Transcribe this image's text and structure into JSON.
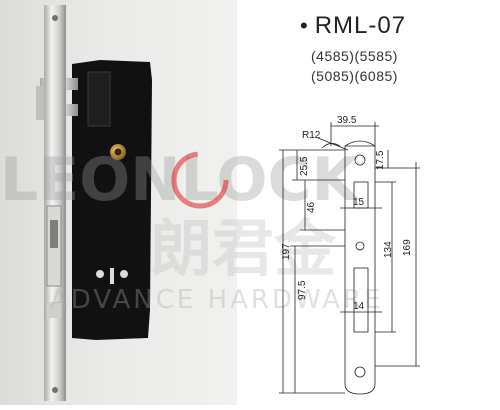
{
  "product": {
    "model": "RML-07",
    "variants_line1": "(4585)(5585)",
    "variants_line2": "(5085)(6085)"
  },
  "watermark": {
    "brand": "LEONLOCK",
    "cjk": "朗君金",
    "tagline": "ADVANCE HARDWARE"
  },
  "dimensions": {
    "width_top": "39.5",
    "radius": "R12",
    "top_offset_left": "25.5",
    "top_offset_right": "17.5",
    "latch_gap": "46",
    "latch_width": "15",
    "total_height": "197",
    "bolt_height": "134",
    "body_height": "169",
    "lower_offset": "97.5",
    "lower_width": "14"
  },
  "colors": {
    "accent_red": "#e21f26",
    "photo_bg": "#e6e6e4",
    "lock_body": "#111111",
    "brass": "#c89a3a"
  }
}
